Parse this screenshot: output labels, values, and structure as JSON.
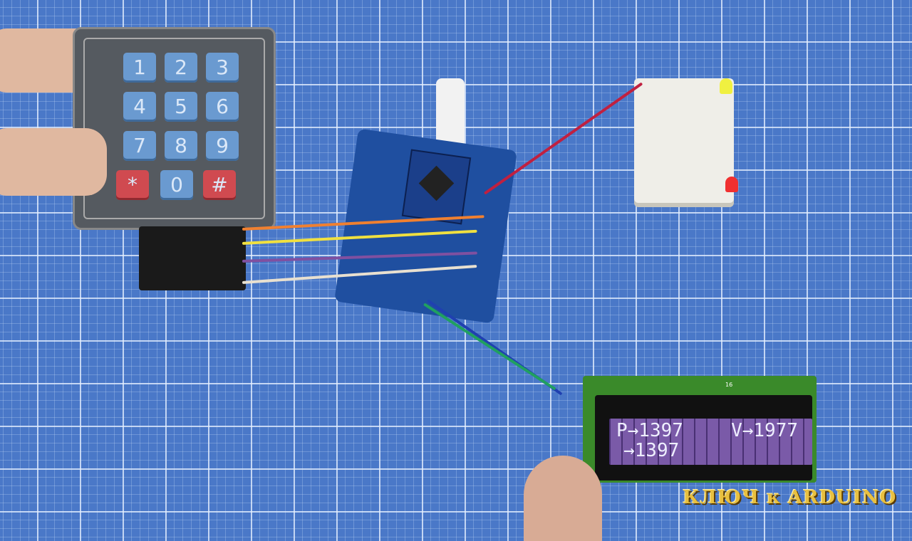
{
  "keypad": {
    "keys": [
      "1",
      "2",
      "3",
      "4",
      "5",
      "6",
      "7",
      "8",
      "9",
      "*",
      "0",
      "#"
    ]
  },
  "lcd": {
    "line1_left": "P→1397",
    "line1_right": "V→1977",
    "line2": "→1397",
    "pin_label": "16"
  },
  "watermark": "КЛЮЧ к ARDUINO",
  "colors": {
    "mat": "#4a78c8",
    "lcd_backlight": "#7a5aa8",
    "board": "#1f4fa0",
    "watermark": "#e8c040"
  }
}
